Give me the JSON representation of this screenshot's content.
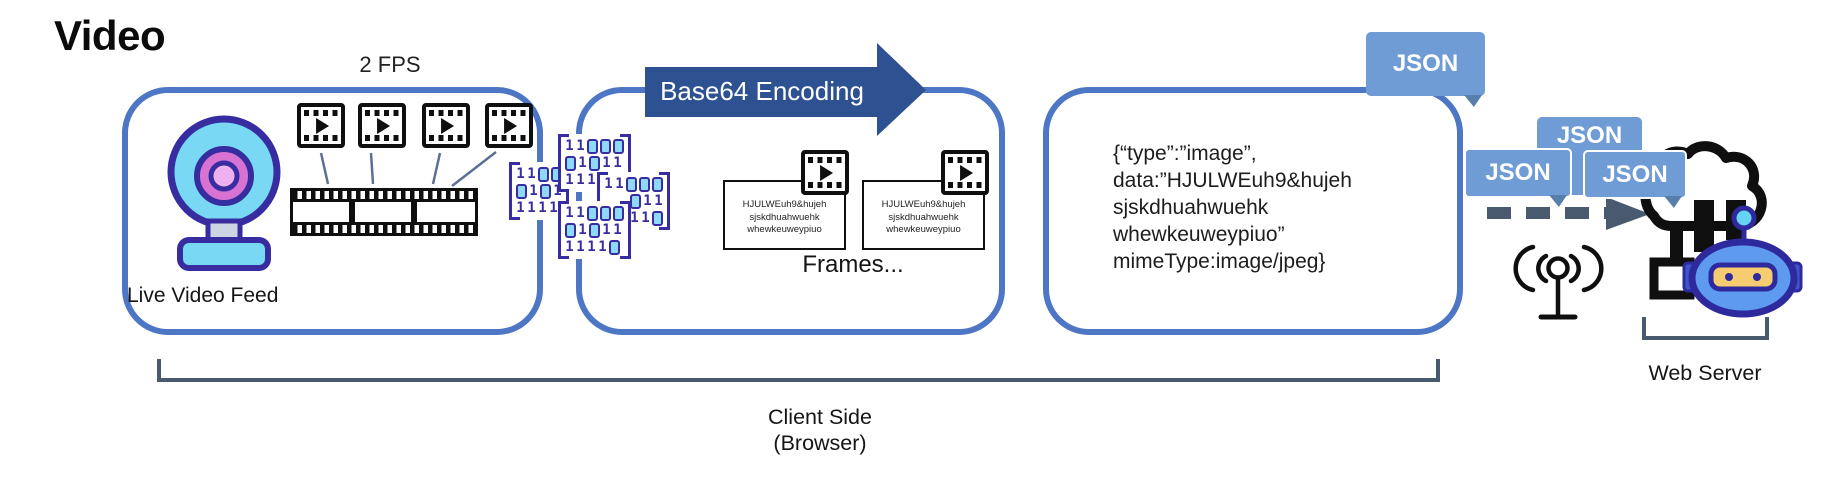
{
  "title": "Video",
  "pipeline": {
    "fps_label": "2 FPS",
    "live_feed_label": "Live Video Feed",
    "encoding_label": "Base64 Encoding",
    "frames_label": "Frames...",
    "frame_card_lines": [
      "HJULWEuh9&hujeh",
      "sjskdhuahwuehk",
      "whewkeuweypiuo"
    ],
    "json_payload_lines": [
      "{“type”:”image”,",
      "data:”HJULWEuh9&hujeh",
      "sjskdhuahwuehk",
      "whewkeuweypiuo”",
      "mimeType:image/jpeg}"
    ],
    "matrices": {
      "a": [
        "1100",
        "0101",
        "1111"
      ],
      "b": [
        "11000",
        "01011",
        "111"
      ],
      "c": [
        "11000",
        "01011",
        "11110"
      ],
      "d": [
        "11000",
        "011",
        "110"
      ]
    },
    "badge_labels": [
      "JSON",
      "JSON",
      "JSON",
      "JSON"
    ]
  },
  "server": {
    "label": "Web Server"
  },
  "client": {
    "label_line1": "Client Side",
    "label_line2": "(Browser)"
  },
  "colors": {
    "box_border": "#4d76c4",
    "arrow_fill": "#2e5191",
    "badge_fill": "#6f9cd4",
    "badge_fold": "#5680ab",
    "indigo": "#372da1",
    "cyan": "#8ed9f7",
    "slate": "#4a5a6e",
    "connector": "#5b7095",
    "webcam_body": "#79d9f5",
    "webcam_ring": "#d873d3",
    "webcam_lens": "#efb0ef",
    "robot_head": "#5e9bf0",
    "robot_visor": "#f6cc70",
    "robot_antenna_ball": "#66d2f4"
  }
}
